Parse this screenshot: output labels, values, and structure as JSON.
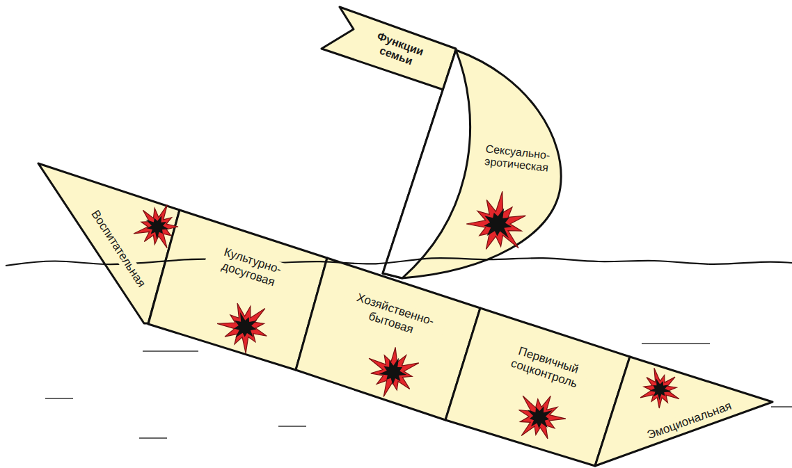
{
  "diagram": {
    "nodes": [
      {
        "text": [
          "Функции семьи"
        ]
      },
      {
        "text": [
          "Сексуально-эротическая"
        ]
      },
      {
        "text": [
          "Воспитательная"
        ]
      },
      {
        "text": [
          "Культурно-досуговая"
        ]
      },
      {
        "text": [
          "Хозяйственно-бытовая"
        ]
      },
      {
        "text": [
          "Первичный соцконтроль"
        ]
      },
      {
        "text": [
          "Эмоциональная"
        ]
      }
    ]
  }
}
